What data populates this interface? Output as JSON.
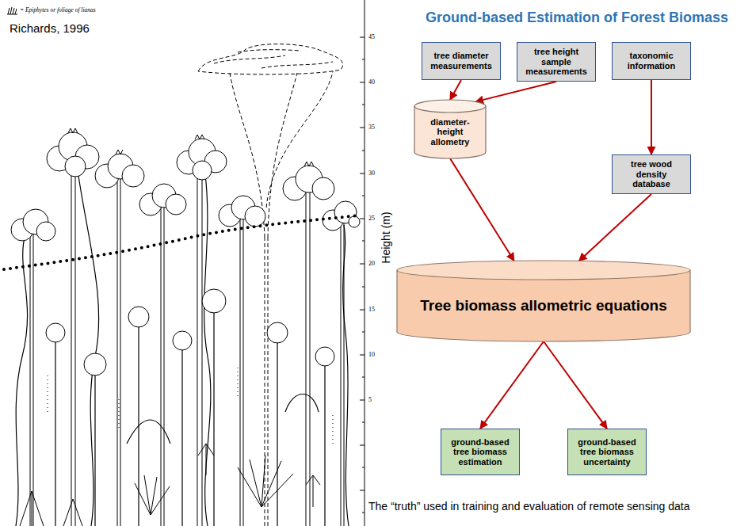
{
  "diagram": {
    "title": "Ground-based Estimation of Forest Biomass",
    "caption": "The “truth” used in training and evaluation of remote sensing data",
    "nodes": [
      {
        "text": [
          "tree diameter measurements"
        ]
      },
      {
        "text": [
          "tree height sample measurements"
        ]
      },
      {
        "text": [
          "taxonomic information"
        ]
      },
      {
        "text": [
          "diameter-height allometry"
        ]
      },
      {
        "text": [
          "tree wood density database"
        ]
      },
      {
        "text": [
          "Tree biomass allometric equations"
        ]
      },
      {
        "text": [
          "ground-based tree biomass estimation"
        ]
      },
      {
        "text": [
          "ground-based tree biomass uncertainty"
        ]
      }
    ],
    "edges": [
      {
        "from": 0,
        "to": 3,
        "arrow": "to"
      },
      {
        "from": 1,
        "to": 3,
        "arrow": "to"
      },
      {
        "from": 2,
        "to": 4,
        "arrow": "to"
      },
      {
        "from": 3,
        "to": 5,
        "arrow": "to"
      },
      {
        "from": 4,
        "to": 5,
        "arrow": "to"
      },
      {
        "from": 5,
        "to": 6,
        "arrow": "to"
      },
      {
        "from": 5,
        "to": 7,
        "arrow": "to"
      }
    ],
    "labels": [
      "Richards, 1996",
      "45",
      "40",
      "35",
      "30",
      "25",
      "20",
      "15",
      "10",
      "5",
      "Height (m)"
    ],
    "legend": [
      {
        "text": "= Epiphytes or foliage of lianas"
      }
    ]
  }
}
